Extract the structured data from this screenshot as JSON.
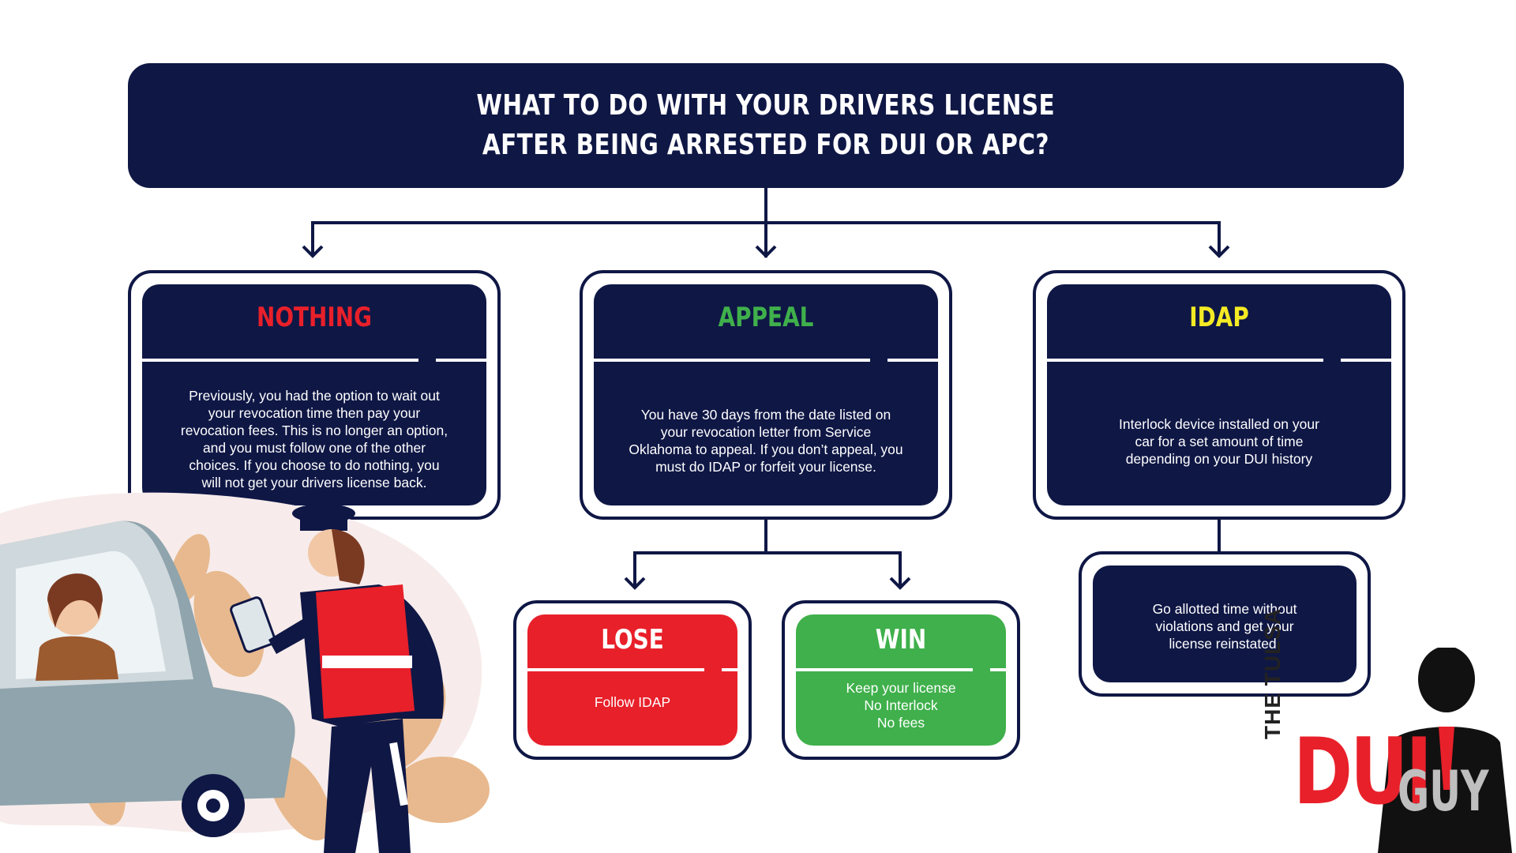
{
  "title": {
    "line1": "WHAT TO DO WITH YOUR DRIVERS LICENSE",
    "line2": "AFTER BEING ARRESTED FOR DUI OR APC?"
  },
  "options": [
    {
      "heading": "NOTHING",
      "heading_color": "#e8202a",
      "lines": [
        "Previously, you had the option to wait out",
        "your revocation time then pay your",
        "revocation fees. This is no longer an option,",
        "and you must follow one of the other",
        "choices. If you choose to do nothing, you",
        "will not get your drivers license back."
      ]
    },
    {
      "heading": "APPEAL",
      "heading_color": "#3fb04b",
      "lines": [
        "You have 30 days from the date listed on",
        "your revocation letter from Service",
        "Oklahoma to appeal. If you don’t appeal, you",
        "must do IDAP or forfeit your license."
      ]
    },
    {
      "heading": "IDAP",
      "heading_color": "#f3ea24",
      "lines": [
        "Interlock device installed on your",
        "car for a set amount of time",
        "depending on your DUI history"
      ]
    }
  ],
  "outcomes": {
    "lose": {
      "heading": "LOSE",
      "color": "#e8202a",
      "lines": [
        "Follow IDAP"
      ]
    },
    "win": {
      "heading": "WIN",
      "color": "#3fb04b",
      "lines": [
        "Keep your license",
        "No Interlock",
        "No fees"
      ]
    },
    "idap_result": {
      "lines": [
        "Go allotted time without",
        "violations and get your",
        "license reinstated."
      ]
    }
  },
  "logo": {
    "the": "THE",
    "tulsa": "TULSA",
    "dui": "DUI",
    "guy": "GUY"
  },
  "colors": {
    "navy": "#0f1745",
    "red": "#e8202a",
    "green": "#3fb04b",
    "yellow": "#f3ea24"
  },
  "illustration": "officer-at-car-window-illustration"
}
